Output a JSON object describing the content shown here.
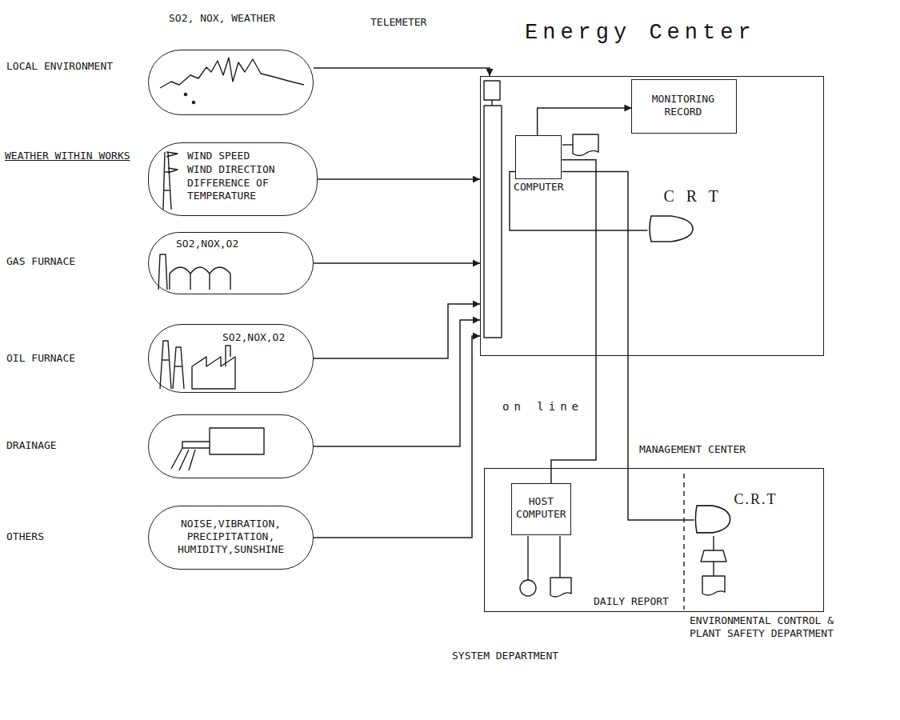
{
  "diagram": {
    "nodes": [
      {
        "text": [
          "LOCAL ENVIRONMENT",
          "SO2, NOX, WEATHER"
        ]
      },
      {
        "text": [
          "WEATHER WITHIN WORKS",
          "WIND SPEED",
          "WIND DIRECTION",
          "DIFFERENCE OF TEMPERATURE"
        ]
      },
      {
        "text": [
          "GAS FURNACE",
          "SO2,NOX,O2"
        ]
      },
      {
        "text": [
          "OIL FURNACE",
          "SO2,NOX,O2"
        ]
      },
      {
        "text": [
          "DRAINAGE"
        ]
      },
      {
        "text": [
          "OTHERS",
          "NOISE,VIBRATION, PRECIPITATION, HUMIDITY,SUNSHINE"
        ]
      },
      {
        "text": [
          "Energy Center"
        ]
      },
      {
        "text": [
          "MONITORING RECORD"
        ],
        "in": 6
      },
      {
        "text": [
          "COMPUTER"
        ],
        "in": 6
      },
      {
        "text": [
          "C R T"
        ],
        "in": 6
      },
      {
        "text": [
          "MANAGEMENT CENTER"
        ]
      },
      {
        "text": [
          "HOST COMPUTER"
        ],
        "in": 10
      },
      {
        "text": [
          "C.R.T"
        ],
        "in": 10
      }
    ],
    "edges": [
      {
        "from": 0,
        "to": 6,
        "arrow": "to"
      },
      {
        "from": 1,
        "to": 6,
        "arrow": "to"
      },
      {
        "from": 2,
        "to": 6,
        "arrow": "to"
      },
      {
        "from": 3,
        "to": 6,
        "arrow": "to"
      },
      {
        "from": 4,
        "to": 6,
        "arrow": "to"
      },
      {
        "from": 5,
        "to": 6,
        "arrow": "to"
      },
      {
        "from": 8,
        "to": 7,
        "arrow": "to"
      },
      {
        "from": 8,
        "to": 9,
        "arrow": "none"
      },
      {
        "from": 8,
        "to": 11,
        "label": "on line",
        "arrow": "none"
      },
      {
        "from": 8,
        "to": 12,
        "arrow": "none"
      }
    ],
    "labels": [
      "TELEMETER",
      "DAILY REPORT",
      "SYSTEM DEPARTMENT",
      "ENVIRONMENTAL CONTROL & PLANT SAFETY DEPARTMENT"
    ]
  }
}
